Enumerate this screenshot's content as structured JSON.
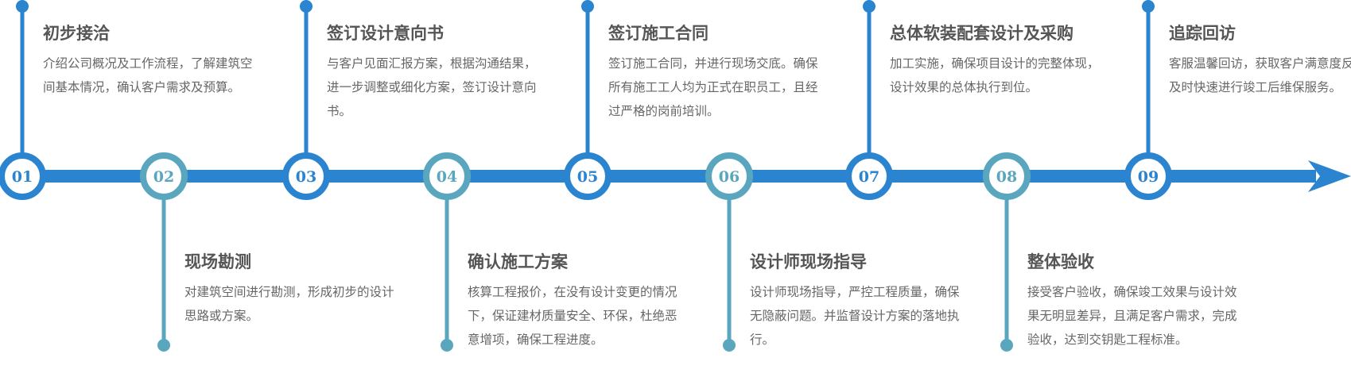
{
  "colors": {
    "blue": "#2a84cf",
    "teal": "#5ba6bf",
    "title": "#555555",
    "desc": "#666666"
  },
  "steps": [
    {
      "num": "01",
      "title": "初步接洽",
      "desc": "介绍公司概况及工作流程，了解建筑空间基本情况，确认客户需求及预算。"
    },
    {
      "num": "02",
      "title": "现场勘测",
      "desc": "对建筑空间进行勘测，形成初步的设计思路或方案。"
    },
    {
      "num": "03",
      "title": "签订设计意向书",
      "desc": "与客户见面汇报方案，根据沟通结果，进一步调整或细化方案，签订设计意向书。"
    },
    {
      "num": "04",
      "title": "确认施工方案",
      "desc": "核算工程报价，在没有设计变更的情况下，保证建材质量安全、环保，杜绝恶意增项，确保工程进度。"
    },
    {
      "num": "05",
      "title": "签订施工合同",
      "desc": "签订施工合同，并进行现场交底。确保所有施工工人均为正式在职员工，且经过严格的岗前培训。"
    },
    {
      "num": "06",
      "title": "设计师现场指导",
      "desc": "设计师现场指导，严控工程质量，确保无隐蔽问题。并监督设计方案的落地执行。"
    },
    {
      "num": "07",
      "title": "总体软装配套设计及采购",
      "desc": "加工实施，确保项目设计的完整体现，设计效果的总体执行到位。"
    },
    {
      "num": "08",
      "title": "整体验收",
      "desc": "接受客户验收，确保竣工效果与设计效果无明显差异，且满足客户需求，完成验收，达到交钥匙工程标准。"
    },
    {
      "num": "09",
      "title": "追踪回访",
      "desc": "客服温馨回访，获取客户满意度反馈，及时快速进行竣工后维保服务。"
    }
  ]
}
